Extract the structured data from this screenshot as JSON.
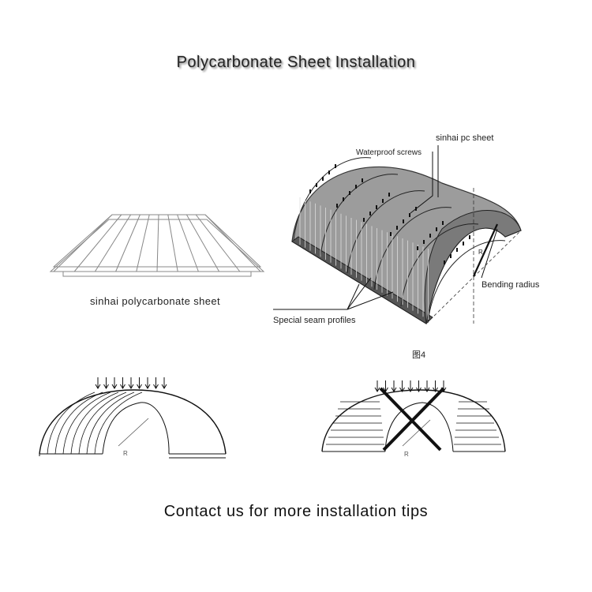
{
  "title": "Polycarbonate Sheet Installation",
  "labels": {
    "sheet": "sinhai polycarbonate sheet",
    "figure": "图4",
    "pc_sheet": "sinhai pc sheet",
    "screws": "Waterproof screws",
    "bending": "Bending radius",
    "seam": "Special seam profiles",
    "radius_symbol": "R"
  },
  "footer": "Contact us for more installation tips",
  "colors": {
    "ink": "#111111",
    "wireframe": "#888888",
    "panel": "#9a9a9a",
    "panel_dark": "#6e6e6e"
  }
}
